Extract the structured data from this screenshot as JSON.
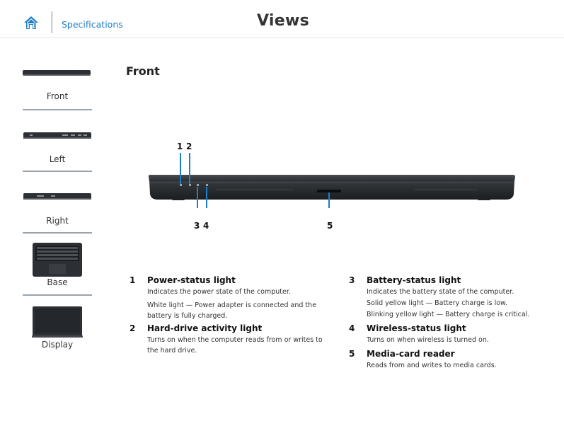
{
  "header": {
    "home_icon": "home-icon",
    "specs_link": "Specifications",
    "title": "Views"
  },
  "sidebar": {
    "items": [
      {
        "label": "Front",
        "thumb": "laptop-front-thumbnail"
      },
      {
        "label": "Left",
        "thumb": "laptop-left-thumbnail"
      },
      {
        "label": "Right",
        "thumb": "laptop-right-thumbnail"
      },
      {
        "label": "Base",
        "thumb": "laptop-base-thumbnail"
      },
      {
        "label": "Display",
        "thumb": "laptop-display-thumbnail"
      }
    ]
  },
  "main": {
    "section_title": "Front",
    "callouts": [
      "1",
      "2",
      "3",
      "4",
      "5"
    ],
    "features": [
      {
        "number": "1",
        "title": "Power-status light",
        "lines": [
          "Indicates the power state of the computer.",
          "White light — Power adapter is connected and the battery is fully charged."
        ]
      },
      {
        "number": "2",
        "title": "Hard-drive activity light",
        "lines": [
          "Turns on when the computer reads from or writes to the hard drive."
        ]
      },
      {
        "number": "3",
        "title": "Battery-status light",
        "lines": [
          "Indicates the battery state of the computer.",
          "Solid yellow light — Battery charge is low.",
          "Blinking yellow light — Battery charge is critical."
        ]
      },
      {
        "number": "4",
        "title": "Wireless-status light",
        "lines": [
          "Turns on when wireless is turned on."
        ]
      },
      {
        "number": "5",
        "title": "Media-card reader",
        "lines": [
          "Reads from and writes to media cards."
        ]
      }
    ]
  },
  "colors": {
    "link": "#1e7ec8",
    "laptop_body": "#2c2f33",
    "callout_line": "#1e7ec8"
  }
}
